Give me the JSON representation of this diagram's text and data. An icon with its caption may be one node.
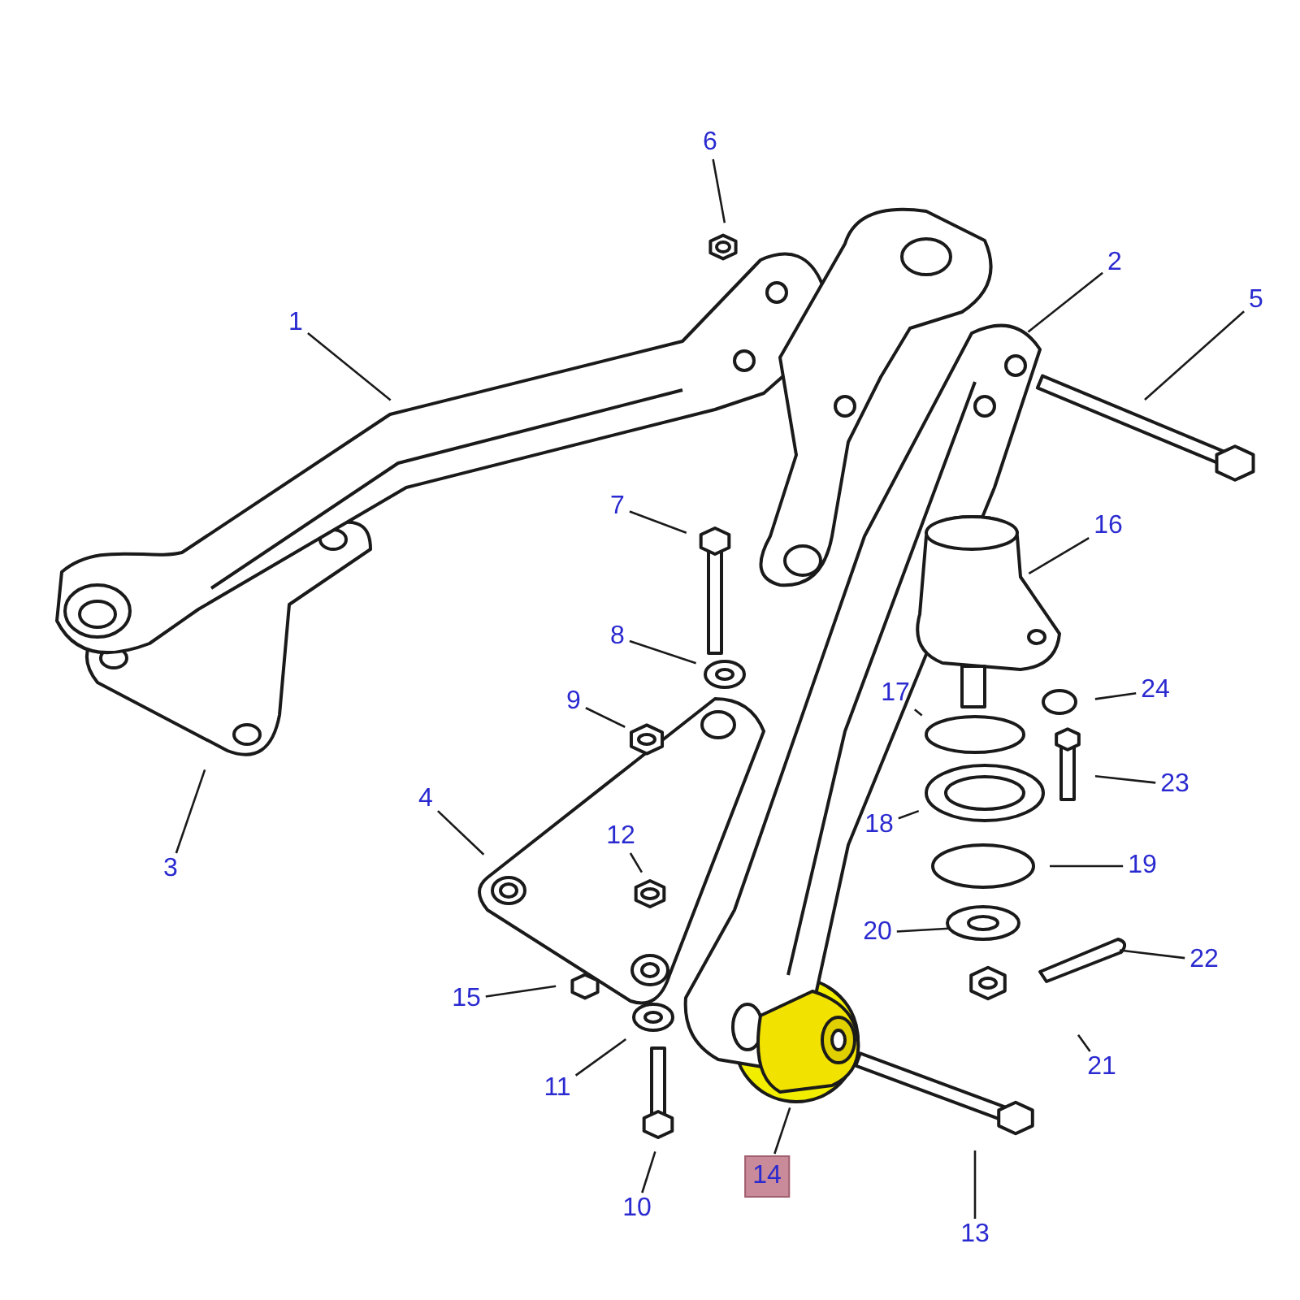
{
  "diagram": {
    "nodes": [
      {
        "text": [
          "6"
        ]
      },
      {
        "text": [
          "2"
        ]
      },
      {
        "text": [
          "5"
        ]
      },
      {
        "text": [
          "1"
        ]
      },
      {
        "text": [
          "7"
        ]
      },
      {
        "text": [
          "16"
        ]
      },
      {
        "text": [
          "8"
        ]
      },
      {
        "text": [
          "9"
        ]
      },
      {
        "text": [
          "17"
        ]
      },
      {
        "text": [
          "24"
        ]
      },
      {
        "text": [
          "23"
        ]
      },
      {
        "text": [
          "4"
        ]
      },
      {
        "text": [
          "18"
        ]
      },
      {
        "text": [
          "3"
        ]
      },
      {
        "text": [
          "12"
        ]
      },
      {
        "text": [
          "19"
        ]
      },
      {
        "text": [
          "20"
        ]
      },
      {
        "text": [
          "22"
        ]
      },
      {
        "text": [
          "15"
        ]
      },
      {
        "text": [
          "21"
        ]
      },
      {
        "text": [
          "11"
        ]
      },
      {
        "text": [
          "14"
        ]
      },
      {
        "text": [
          "10"
        ]
      },
      {
        "text": [
          "13"
        ]
      }
    ],
    "edges": [
      {
        "from": 0,
        "to": null,
        "arrow": "none"
      },
      {
        "from": 1,
        "to": null,
        "arrow": "none"
      },
      {
        "from": 2,
        "to": null,
        "arrow": "none"
      },
      {
        "from": 3,
        "to": null,
        "arrow": "none"
      },
      {
        "from": 4,
        "to": null,
        "arrow": "none"
      },
      {
        "from": 5,
        "to": null,
        "arrow": "none"
      },
      {
        "from": 6,
        "to": null,
        "arrow": "none"
      },
      {
        "from": 7,
        "to": null,
        "arrow": "none"
      },
      {
        "from": 8,
        "to": null,
        "arrow": "none"
      },
      {
        "from": 9,
        "to": null,
        "arrow": "none"
      },
      {
        "from": 10,
        "to": null,
        "arrow": "none"
      },
      {
        "from": 11,
        "to": null,
        "arrow": "none"
      },
      {
        "from": 12,
        "to": null,
        "arrow": "none"
      },
      {
        "from": 13,
        "to": null,
        "arrow": "none"
      },
      {
        "from": 14,
        "to": null,
        "arrow": "none"
      },
      {
        "from": 15,
        "to": null,
        "arrow": "none"
      },
      {
        "from": 16,
        "to": null,
        "arrow": "none"
      },
      {
        "from": 17,
        "to": null,
        "arrow": "none"
      },
      {
        "from": 18,
        "to": null,
        "arrow": "none"
      },
      {
        "from": 19,
        "to": null,
        "arrow": "none"
      },
      {
        "from": 20,
        "to": null,
        "arrow": "none"
      },
      {
        "from": 21,
        "to": null,
        "arrow": "none"
      },
      {
        "from": 22,
        "to": null,
        "arrow": "none"
      },
      {
        "from": 23,
        "to": null,
        "arrow": "none"
      }
    ]
  }
}
